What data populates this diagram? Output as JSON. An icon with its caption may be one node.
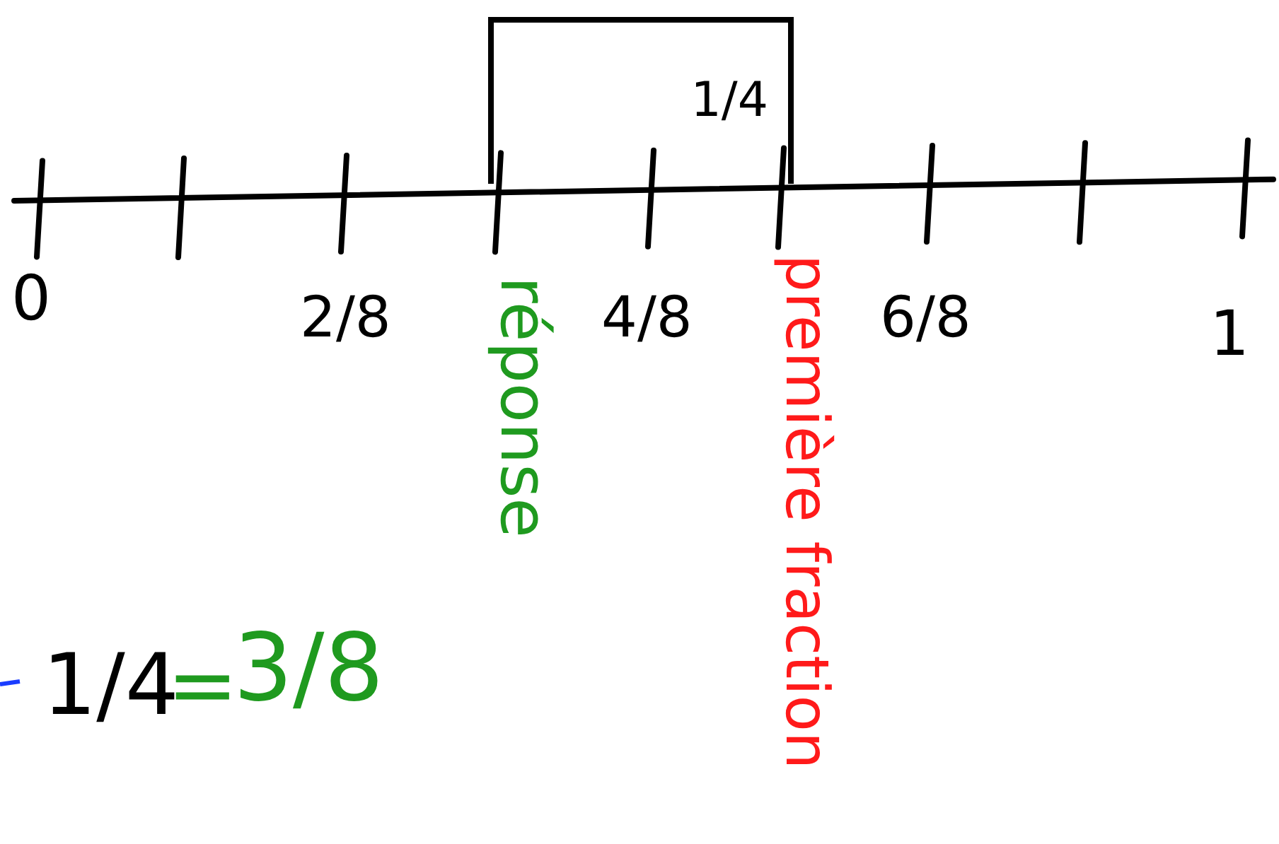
{
  "diagram": {
    "nodes": [
      {
        "text": [
          "1/4"
        ]
      }
    ],
    "labels": [
      "0",
      "2/8",
      "4/8",
      "6/8",
      "1",
      "réponse",
      "première fraction",
      "1/4",
      "=",
      "3/8"
    ]
  }
}
